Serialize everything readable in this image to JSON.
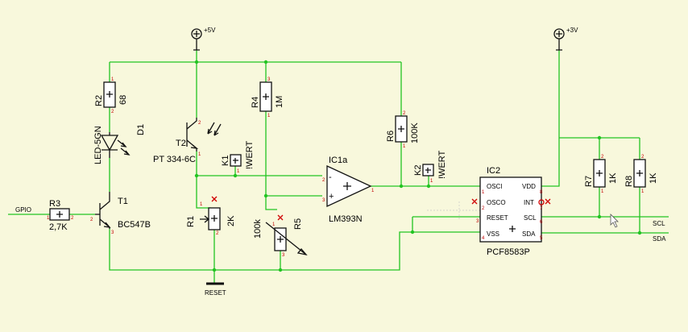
{
  "supplies": {
    "vcc5": "+5V",
    "vcc3": "+3V",
    "ground": "RESET"
  },
  "components": {
    "r2": {
      "ref": "R2",
      "value": "68"
    },
    "d1": {
      "ref": "D1",
      "value": "LED-5GN"
    },
    "t1": {
      "ref": "T1",
      "value": "BC547B"
    },
    "r3": {
      "ref": "R3",
      "value": "2,7K"
    },
    "t2": {
      "ref": "T2",
      "value": "PT 334-6C"
    },
    "r4": {
      "ref": "R4",
      "value": "1M"
    },
    "r1": {
      "ref": "R1",
      "value": "2K"
    },
    "r5": {
      "ref": "R5",
      "value": "100k"
    },
    "r6": {
      "ref": "R6",
      "value": "100K"
    },
    "k1": {
      "ref": "K1",
      "value": "!WERT"
    },
    "k2": {
      "ref": "K2",
      "value": "!WERT"
    },
    "ic1a": {
      "ref": "IC1a",
      "value": "LM393N",
      "minus": "-",
      "plus": "+"
    },
    "ic2": {
      "ref": "IC2",
      "value": "PCF8583P",
      "pins": [
        "OSCI",
        "OSCO",
        "RESET",
        "VSS",
        "VDD",
        "INT",
        "SCL",
        "SDA"
      ]
    },
    "r7": {
      "ref": "R7",
      "value": "1K"
    },
    "r8": {
      "ref": "R8",
      "value": "1K"
    }
  },
  "nets": {
    "gpio": "GPIO",
    "scl": "SCL",
    "sda": "SDA"
  },
  "pin_numbers": {
    "r2a": "1",
    "r2b": "2",
    "r3a": "1",
    "r3b": "2",
    "t1b": "2",
    "t1e": "3",
    "t2c": "2",
    "t2e": "1",
    "r4a": "3",
    "r4b": "1",
    "r1a": "1",
    "r1b": "2",
    "r5a": "1",
    "r5b": "3",
    "r6a": "2",
    "r6b": "1",
    "k1": "1",
    "k2": "1",
    "op_minus": "2",
    "op_plus": "3",
    "op_out": "1",
    "ic2_l1": "1",
    "ic2_l2": "2",
    "ic2_l3": "3",
    "ic2_l4": "4",
    "ic2_r8": "8",
    "ic2_r7": "7",
    "ic2_r6": "6",
    "ic2_r5": "5",
    "r7a": "2",
    "r7b": "1",
    "r8a": "2",
    "r8b": "1"
  }
}
